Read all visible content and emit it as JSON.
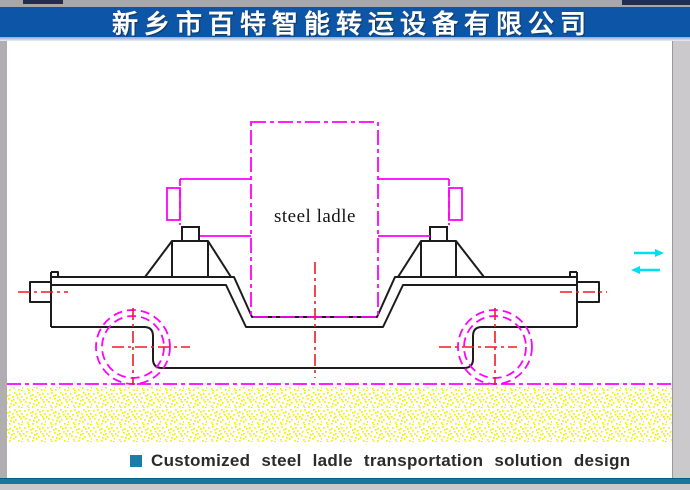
{
  "header": {
    "company_name": "新乡市百特智能转运设备有限公司",
    "bar_color": "#0d55a6",
    "text_color": "#ffffff"
  },
  "drawing": {
    "ladle_label": "steel ladle",
    "colors": {
      "ladle_outline": "#ff00ff",
      "centerline_red": "#ed1c24",
      "cart_lines": "#1c1c1c",
      "ground_dots": "#f2f200",
      "direction_arrows": "#00dff0"
    },
    "components": [
      "steel-ladle",
      "ladle-trunnions",
      "transfer-cart-deck",
      "support-pedestals",
      "buffers",
      "wheels",
      "rail-ground",
      "direction-arrows"
    ]
  },
  "caption": {
    "text": "Customized steel ladle transportation solution design",
    "bullet_color": "#1b7ca8"
  },
  "footer": {
    "bar_color": "#17779f"
  }
}
